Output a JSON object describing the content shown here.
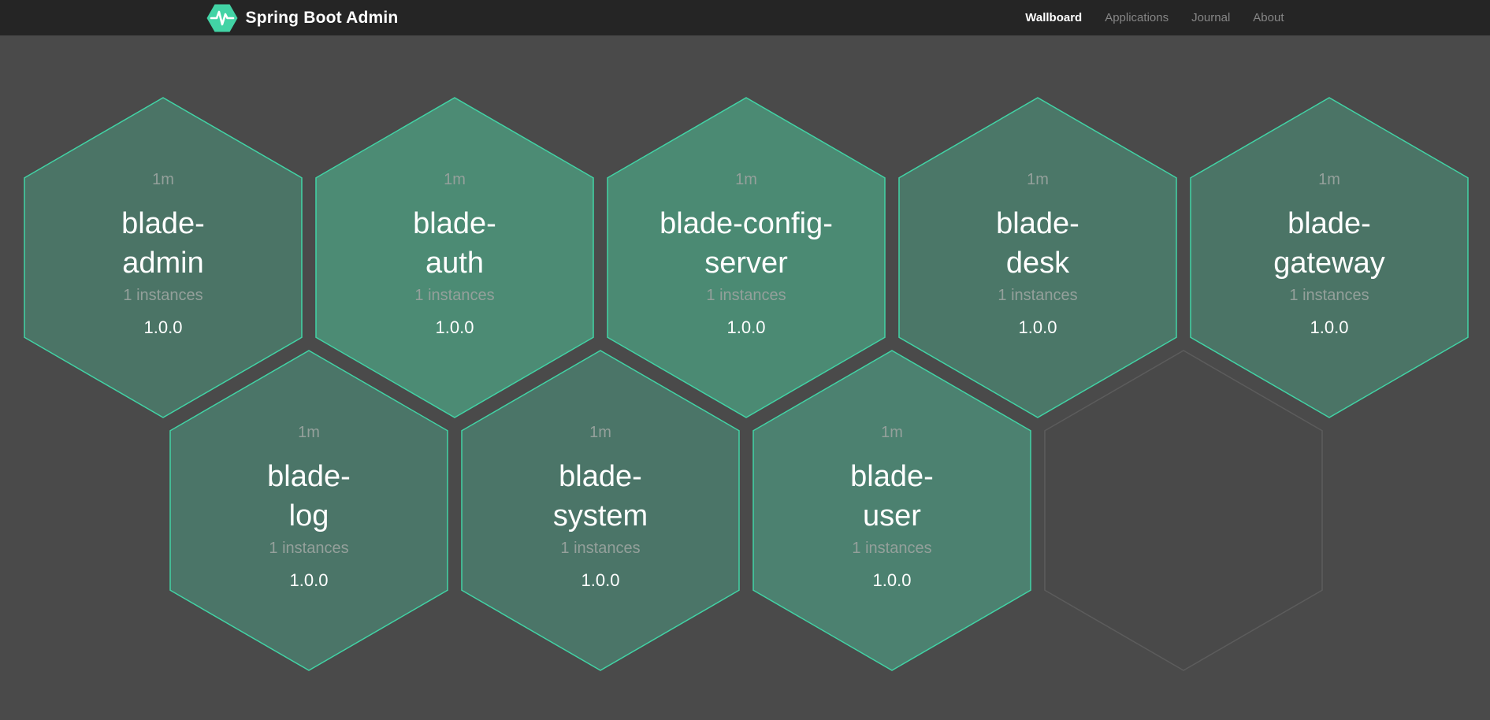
{
  "header": {
    "brand": "Spring Boot Admin",
    "nav": [
      {
        "label": "Wallboard",
        "active": true
      },
      {
        "label": "Applications",
        "active": false
      },
      {
        "label": "Journal",
        "active": false
      },
      {
        "label": "About",
        "active": false
      }
    ]
  },
  "colors": {
    "header_bg": "#252525",
    "page_bg": "#4a4a4a",
    "brand_green": "#42d3a5",
    "hex_border": "#42d3a5",
    "muted_text": "#94a09b",
    "empty_hex_fill": "#494949",
    "empty_hex_border": "#5c5c5c"
  },
  "wallboard": {
    "tiles": [
      {
        "name": "blade-admin",
        "name_lines": [
          "blade-",
          "admin"
        ],
        "uptime": "1m",
        "instances": "1 instances",
        "version": "1.0.0",
        "fill": "#4b7466",
        "row": 0,
        "col": 0
      },
      {
        "name": "blade-auth",
        "name_lines": [
          "blade-",
          "auth"
        ],
        "uptime": "1m",
        "instances": "1 instances",
        "version": "1.0.0",
        "fill": "#4c8b74",
        "row": 0,
        "col": 1
      },
      {
        "name": "blade-config-server",
        "name_lines": [
          "blade-config-",
          "server"
        ],
        "uptime": "1m",
        "instances": "1 instances",
        "version": "1.0.0",
        "fill": "#4b8a73",
        "row": 0,
        "col": 2
      },
      {
        "name": "blade-desk",
        "name_lines": [
          "blade-",
          "desk"
        ],
        "uptime": "1m",
        "instances": "1 instances",
        "version": "1.0.0",
        "fill": "#4b7768",
        "row": 0,
        "col": 3
      },
      {
        "name": "blade-gateway",
        "name_lines": [
          "blade-",
          "gateway"
        ],
        "uptime": "1m",
        "instances": "1 instances",
        "version": "1.0.0",
        "fill": "#4b7466",
        "row": 0,
        "col": 4
      },
      {
        "name": "blade-log",
        "name_lines": [
          "blade-",
          "log"
        ],
        "uptime": "1m",
        "instances": "1 instances",
        "version": "1.0.0",
        "fill": "#4b7568",
        "row": 1,
        "col": 0
      },
      {
        "name": "blade-system",
        "name_lines": [
          "blade-",
          "system"
        ],
        "uptime": "1m",
        "instances": "1 instances",
        "version": "1.0.0",
        "fill": "#4b7568",
        "row": 1,
        "col": 1
      },
      {
        "name": "blade-user",
        "name_lines": [
          "blade-",
          "user"
        ],
        "uptime": "1m",
        "instances": "1 instances",
        "version": "1.0.0",
        "fill": "#4c8170",
        "row": 1,
        "col": 2
      }
    ],
    "empty_slots": [
      {
        "row": 1,
        "col": 3
      }
    ]
  }
}
